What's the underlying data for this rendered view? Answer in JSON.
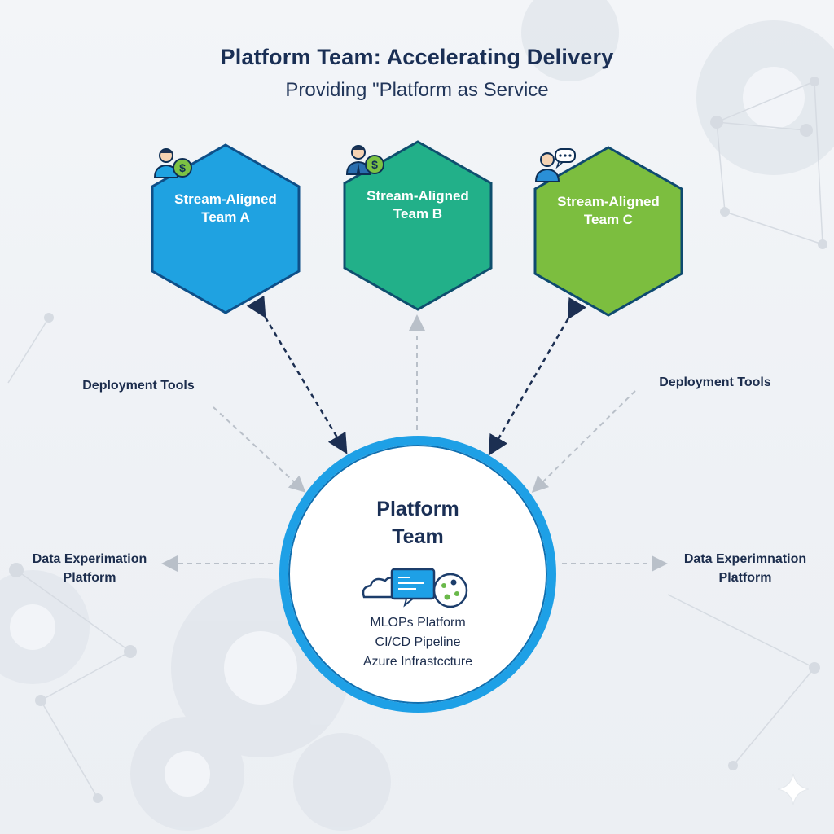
{
  "title": "Platform Team: Accelerating Delivery",
  "subtitle": "Providing \"Platform as Service",
  "teams": [
    {
      "line1": "Stream-Aligned",
      "line2": "Team A",
      "color": "#1fa2e1",
      "border": "#0e4f88",
      "icon": "person-with-dollar-coin-icon"
    },
    {
      "line1": "Stream-Aligned",
      "line2": "Team B",
      "color": "#22b089",
      "border": "#0e4f6e",
      "icon": "person-with-dollar-coin-icon"
    },
    {
      "line1": "Stream-Aligned",
      "line2": "Team C",
      "color": "#7cbe3f",
      "border": "#0e4a70",
      "icon": "person-with-speech-bubble-icon"
    }
  ],
  "side_labels": {
    "deployment_left": "Deployment Tools",
    "deployment_right": "Deployment Tools",
    "data_left_line1": "Data Experimation",
    "data_left_line2": "Platform",
    "data_right_line1": "Data Experimnation",
    "data_right_line2": "Platform"
  },
  "center": {
    "title_line1": "Platform",
    "title_line2": "Team",
    "icon": "cloud-monitor-gear-icon",
    "items": [
      "MLOPs Platform",
      "CI/CD Pipeline",
      "Azure Infrastccture"
    ],
    "border_color": "#1ea0e6"
  },
  "colors": {
    "title": "#1a2f55",
    "arrow_dark": "#1c2f52",
    "arrow_light": "#b9c0c9"
  }
}
